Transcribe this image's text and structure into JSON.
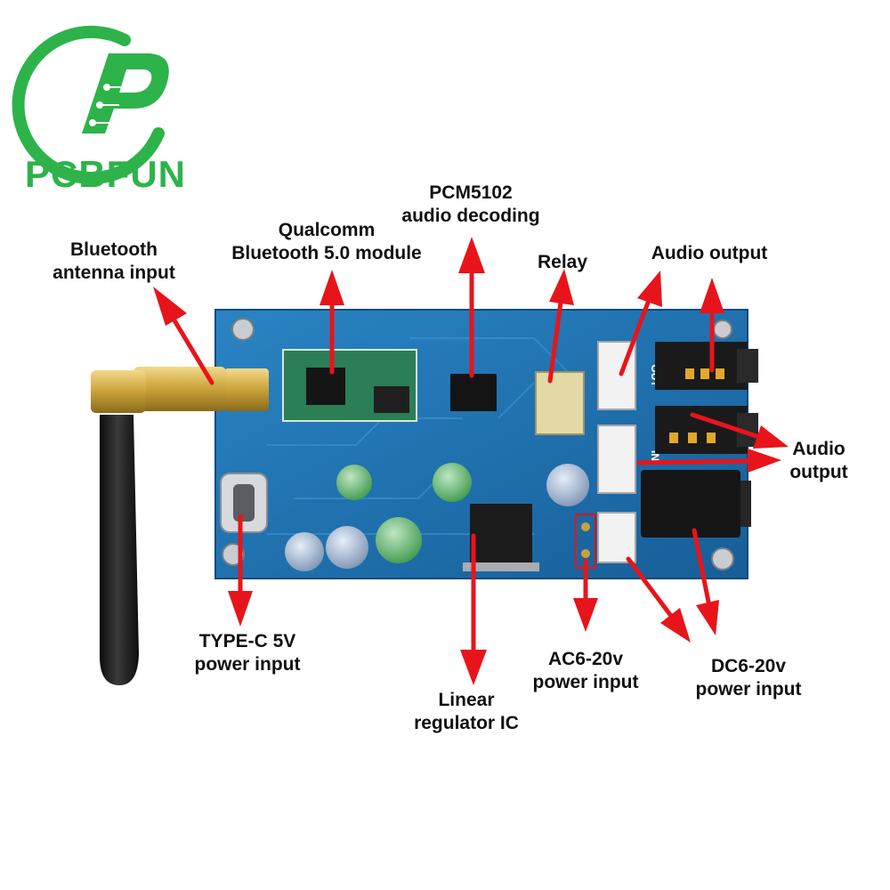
{
  "brand": {
    "name": "PCBFUN",
    "color": "#2db34a"
  },
  "colors": {
    "arrow": "#e8141b",
    "board": "#1b6aa8",
    "antenna": "#1a1a1a",
    "brass": "#c9a23a",
    "text": "#111111"
  },
  "labels": {
    "antenna": [
      "Bluetooth",
      "antenna input"
    ],
    "bt_module": [
      "Qualcomm",
      "Bluetooth 5.0 module"
    ],
    "decoder": [
      "PCM5102",
      "audio decoding"
    ],
    "relay": [
      "Relay"
    ],
    "audio_out_top": [
      "Audio output"
    ],
    "audio_out_right": [
      "Audio",
      "output"
    ],
    "typec": [
      "TYPE-C 5V",
      "power input"
    ],
    "regulator": [
      "Linear",
      "regulator IC"
    ],
    "ac_power": [
      "AC6-20v",
      "power input"
    ],
    "dc_power": [
      "DC6-20v",
      "power input"
    ]
  },
  "board_marks": {
    "out": "OUT",
    "in": "IN"
  }
}
